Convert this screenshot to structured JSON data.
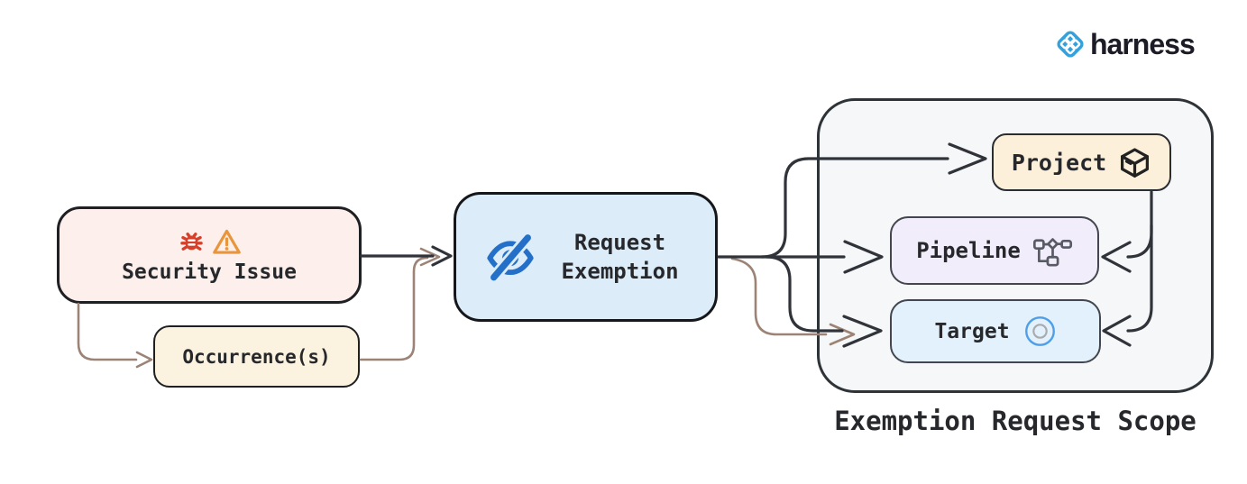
{
  "brand": {
    "name": "harness",
    "logo_icon": "harness-logo-icon",
    "logo_color": "#33a1db",
    "wordmark_color": "#1c1c26"
  },
  "nodes": {
    "security_issue": {
      "label": "Security Issue",
      "icons": [
        "bug-icon",
        "warning-icon"
      ],
      "bg_color": "#fcefec"
    },
    "occurrences": {
      "label": "Occurrence(s)",
      "bg_color": "#fbf2e0"
    },
    "request_exemption": {
      "label": "Request Exemption",
      "icon": "eye-off-icon",
      "bg_color": "#dcecf9"
    },
    "project": {
      "label": "Project",
      "icon": "package-icon",
      "bg_color": "#fcf0da"
    },
    "pipeline": {
      "label": "Pipeline",
      "icon": "pipeline-icon",
      "bg_color": "#f1edfa"
    },
    "target": {
      "label": "Target",
      "icon": "target-icon",
      "bg_color": "#e3f1fc"
    }
  },
  "scope": {
    "label": "Exemption Request Scope",
    "bg_color": "#f6f7f8"
  },
  "edges": [
    {
      "from": "security_issue",
      "to": "request_exemption",
      "style": "primary"
    },
    {
      "from": "security_issue",
      "to": "occurrences",
      "style": "secondary"
    },
    {
      "from": "occurrences",
      "to": "request_exemption",
      "style": "secondary"
    },
    {
      "from": "request_exemption",
      "to": "project",
      "style": "primary"
    },
    {
      "from": "request_exemption",
      "to": "pipeline",
      "style": "primary"
    },
    {
      "from": "request_exemption",
      "to": "target",
      "style": "primary"
    },
    {
      "from": "request_exemption",
      "to": "target",
      "style": "secondary"
    },
    {
      "from": "project",
      "to": "pipeline",
      "style": "primary"
    },
    {
      "from": "project",
      "to": "target",
      "style": "primary"
    }
  ],
  "colors": {
    "arrow_primary": "#30343a",
    "arrow_secondary": "#9c8375",
    "bug_red": "#d6402b",
    "warning_orange": "#e9953c",
    "eye_blue": "#2470c9",
    "target_ring_blue": "#4f9fe6",
    "target_ring_gray": "#a9abad",
    "pipeline_icon_gray": "#585b63",
    "cube_black": "#222222"
  }
}
